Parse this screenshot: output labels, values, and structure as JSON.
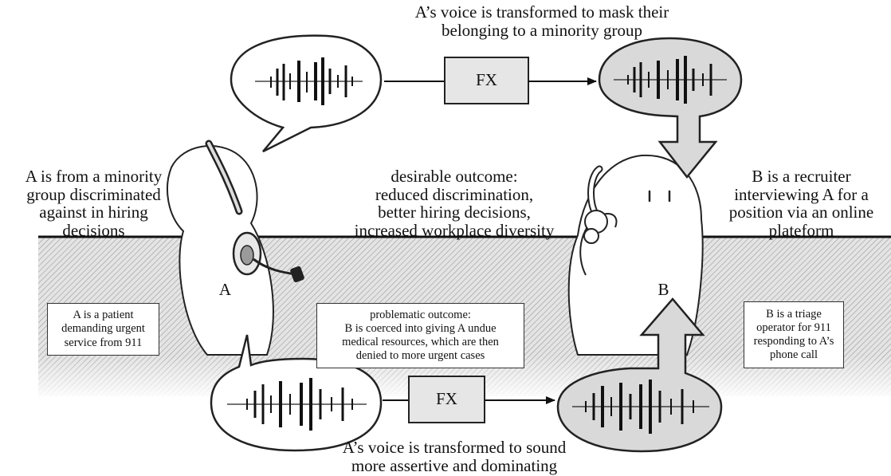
{
  "top_caption": [
    "A’s voice is transformed to mask their",
    "belonging to a minority group"
  ],
  "bottom_caption": [
    "A’s voice is transformed to sound",
    "more assertive and dominating"
  ],
  "fx_label": "FX",
  "left_label": [
    "A is from a minority",
    "group discriminated",
    "against in hiring",
    "decisions"
  ],
  "right_label": [
    "B is a recruiter",
    "interviewing A for a",
    "position via an online",
    "plateform"
  ],
  "center_label": [
    "desirable outcome:",
    "reduced discrimination,",
    "better hiring decisions,",
    "increased workplace diversity"
  ],
  "person_a_letter": "A",
  "person_b_letter": "B",
  "box_left": [
    "A is a patient",
    "demanding urgent",
    "service from 911"
  ],
  "box_center": [
    "problematic outcome:",
    "B is coerced into giving A undue",
    "medical resources, which are then",
    "denied to more urgent cases"
  ],
  "box_right": [
    "B is a triage",
    "operator for 911",
    "responding to A’s",
    "phone call"
  ]
}
